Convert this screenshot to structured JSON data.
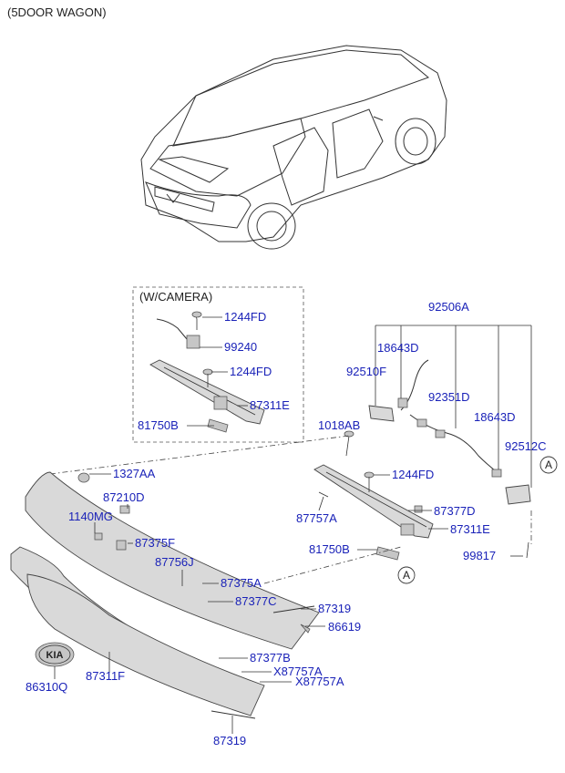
{
  "header": {
    "title": "(5DOOR WAGON)"
  },
  "camera_group": {
    "title": "(W/CAMERA)"
  },
  "callouts": [
    {
      "text": "1244FD"
    },
    {
      "text": "99240"
    },
    {
      "text": "1244FD"
    },
    {
      "text": "87311E"
    },
    {
      "text": "81750B"
    },
    {
      "text": "92506A"
    },
    {
      "text": "18643D"
    },
    {
      "text": "92510F"
    },
    {
      "text": "92351D"
    },
    {
      "text": "18643D"
    },
    {
      "text": "1018AB"
    },
    {
      "text": "92512C"
    },
    {
      "text": "1327AA"
    },
    {
      "text": "87210D"
    },
    {
      "text": "1140MG"
    },
    {
      "text": "87375F"
    },
    {
      "text": "1244FD"
    },
    {
      "text": "87757A"
    },
    {
      "text": "87377D"
    },
    {
      "text": "87311E"
    },
    {
      "text": "81750B"
    },
    {
      "text": "99817"
    },
    {
      "text": "87756J"
    },
    {
      "text": "87375A"
    },
    {
      "text": "87377C"
    },
    {
      "text": "87319"
    },
    {
      "text": "86619"
    },
    {
      "text": "87377B"
    },
    {
      "text": "X87757A"
    },
    {
      "text": "X87757A"
    },
    {
      "text": "86310Q"
    },
    {
      "text": "87311F"
    },
    {
      "text": "87319"
    }
  ],
  "ref_markers": [
    {
      "text": "A"
    },
    {
      "text": "A"
    }
  ],
  "emblem": {
    "text": "KIA"
  },
  "colors": {
    "label": "#1a22b8",
    "line": "#333333",
    "part_fill": "#d9d9d9"
  }
}
